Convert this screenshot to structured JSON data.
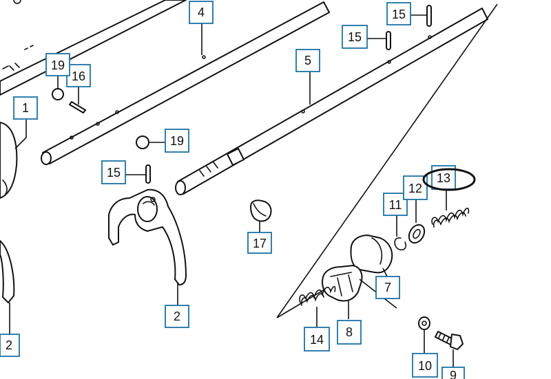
{
  "colors": {
    "label_box_border": "#1a72a8",
    "line_art": "#111111",
    "highlight_ellipse": "#111111",
    "background": "#ffffff"
  },
  "labels": {
    "p1": "1",
    "p2_left": "2",
    "p2_center": "2",
    "p4": "4",
    "p5": "5",
    "p7": "7",
    "p8": "8",
    "p9": "9",
    "p10": "10",
    "p11": "11",
    "p12": "12",
    "p13": "13",
    "p14": "14",
    "p15_top": "15",
    "p15_mid": "15",
    "p15_left": "15",
    "p16": "16",
    "p17": "17",
    "p19_top": "19",
    "p19_mid": "19"
  },
  "highlighted_part": "13"
}
